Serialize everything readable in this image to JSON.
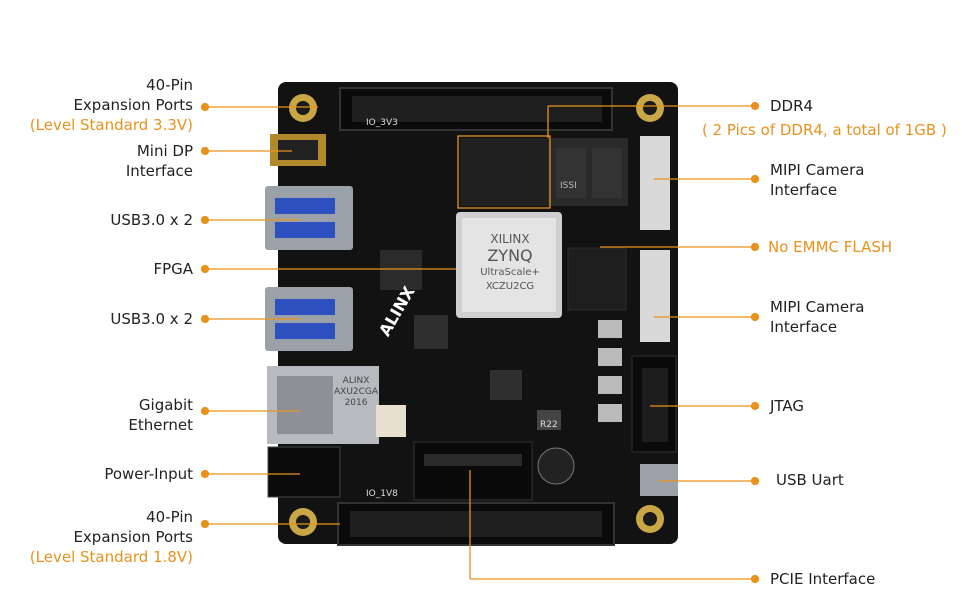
{
  "colors": {
    "accent": "#e8921c",
    "board": "#121212",
    "text": "#222222"
  },
  "left_labels": [
    {
      "lines": [
        "40-Pin",
        "Expansion Ports"
      ],
      "note": "(Level Standard 3.3V)"
    },
    {
      "lines": [
        "Mini DP",
        "Interface"
      ]
    },
    {
      "lines": [
        "USB3.0 x 2"
      ]
    },
    {
      "lines": [
        "FPGA"
      ]
    },
    {
      "lines": [
        "USB3.0 x 2"
      ]
    },
    {
      "lines": [
        "Gigabit",
        "Ethernet"
      ]
    },
    {
      "lines": [
        "Power-Input"
      ]
    },
    {
      "lines": [
        "40-Pin",
        "Expansion Ports"
      ],
      "note": "(Level Standard 1.8V)"
    }
  ],
  "right_labels": [
    {
      "lines": [
        "DDR4"
      ],
      "note": "( 2 Pics of DDR4, a total of 1GB )"
    },
    {
      "lines": [
        "MIPI Camera",
        "Interface"
      ]
    },
    {
      "lines": [
        "No EMMC FLASH"
      ],
      "highlight": true
    },
    {
      "lines": [
        "MIPI Camera",
        "Interface"
      ]
    },
    {
      "lines": [
        "JTAG"
      ]
    },
    {
      "lines": [
        "USB Uart"
      ]
    },
    {
      "lines": [
        "PCIE Interface"
      ]
    }
  ],
  "board": {
    "brand": "ALINX",
    "chip_brand": "XILINX",
    "chip_name": "ZYNQ",
    "chip_sub": "UltraScale+",
    "chip_part": "XCZU2CG",
    "eth_text": [
      "ALINX",
      "AXU2CGA",
      "2016"
    ],
    "silk_top": "IO_3V3",
    "silk_bottom": "IO_1V8",
    "mem_brand": "ISSI",
    "r22": "R22"
  }
}
